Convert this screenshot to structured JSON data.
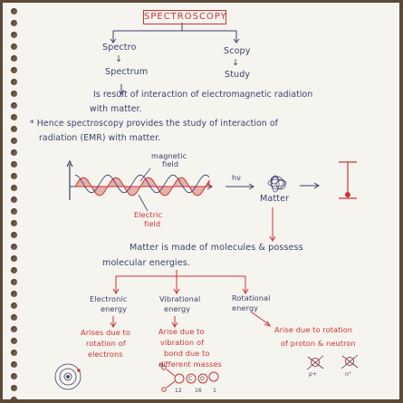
{
  "title": "SPECTROSCOPY",
  "split": {
    "left": {
      "term": "Spectro",
      "arrow": "↓",
      "meaning": "Spectrum"
    },
    "right": {
      "term": "Scopy",
      "arrow": "↓",
      "meaning": "Study"
    }
  },
  "spectrum_note": {
    "line1": "Is result of interaction of electromagnetic radiation",
    "line2": "with matter."
  },
  "hence": {
    "line1": "* Hence spectroscopy provides the study of interaction of",
    "line2": "radiation (EMR) with matter."
  },
  "wave_diagram": {
    "magnetic_label": "magnetic",
    "magnetic_label2": "field",
    "electric_label": "Electric",
    "electric_label2": "field",
    "hv_label": "hν",
    "matter_label": "Matter"
  },
  "matter_statement": {
    "line1": "Matter is made of molecules & possess",
    "line2": "molecular energies."
  },
  "energies": [
    {
      "name_line1": "Electronic",
      "name_line2": "energy",
      "note_line1": "Arises due to",
      "note_line2": "rotation of",
      "note_line3": "electrons"
    },
    {
      "name_line1": "Vibrational",
      "name_line2": "energy",
      "note_line1": "Arise due to",
      "note_line2": "vibration of",
      "note_line3": "bond due to",
      "note_line4": "different masses"
    },
    {
      "name_line1": "Rotational",
      "name_line2": "energy",
      "note_line1": "Arise due to rotation",
      "note_line2": "of proton & neutron"
    }
  ],
  "atom_labels": {
    "vib_left_top": "H",
    "vib_mid": "C",
    "vib_right": "O",
    "vib_num1": "12",
    "vib_num2": "16",
    "vib_num3": "1",
    "rot_p": "p+",
    "rot_n": "n°"
  },
  "colors": {
    "blue_ink": "#3a3f6b",
    "red_ink": "#cc3333",
    "paper": "#f6f4ef"
  }
}
